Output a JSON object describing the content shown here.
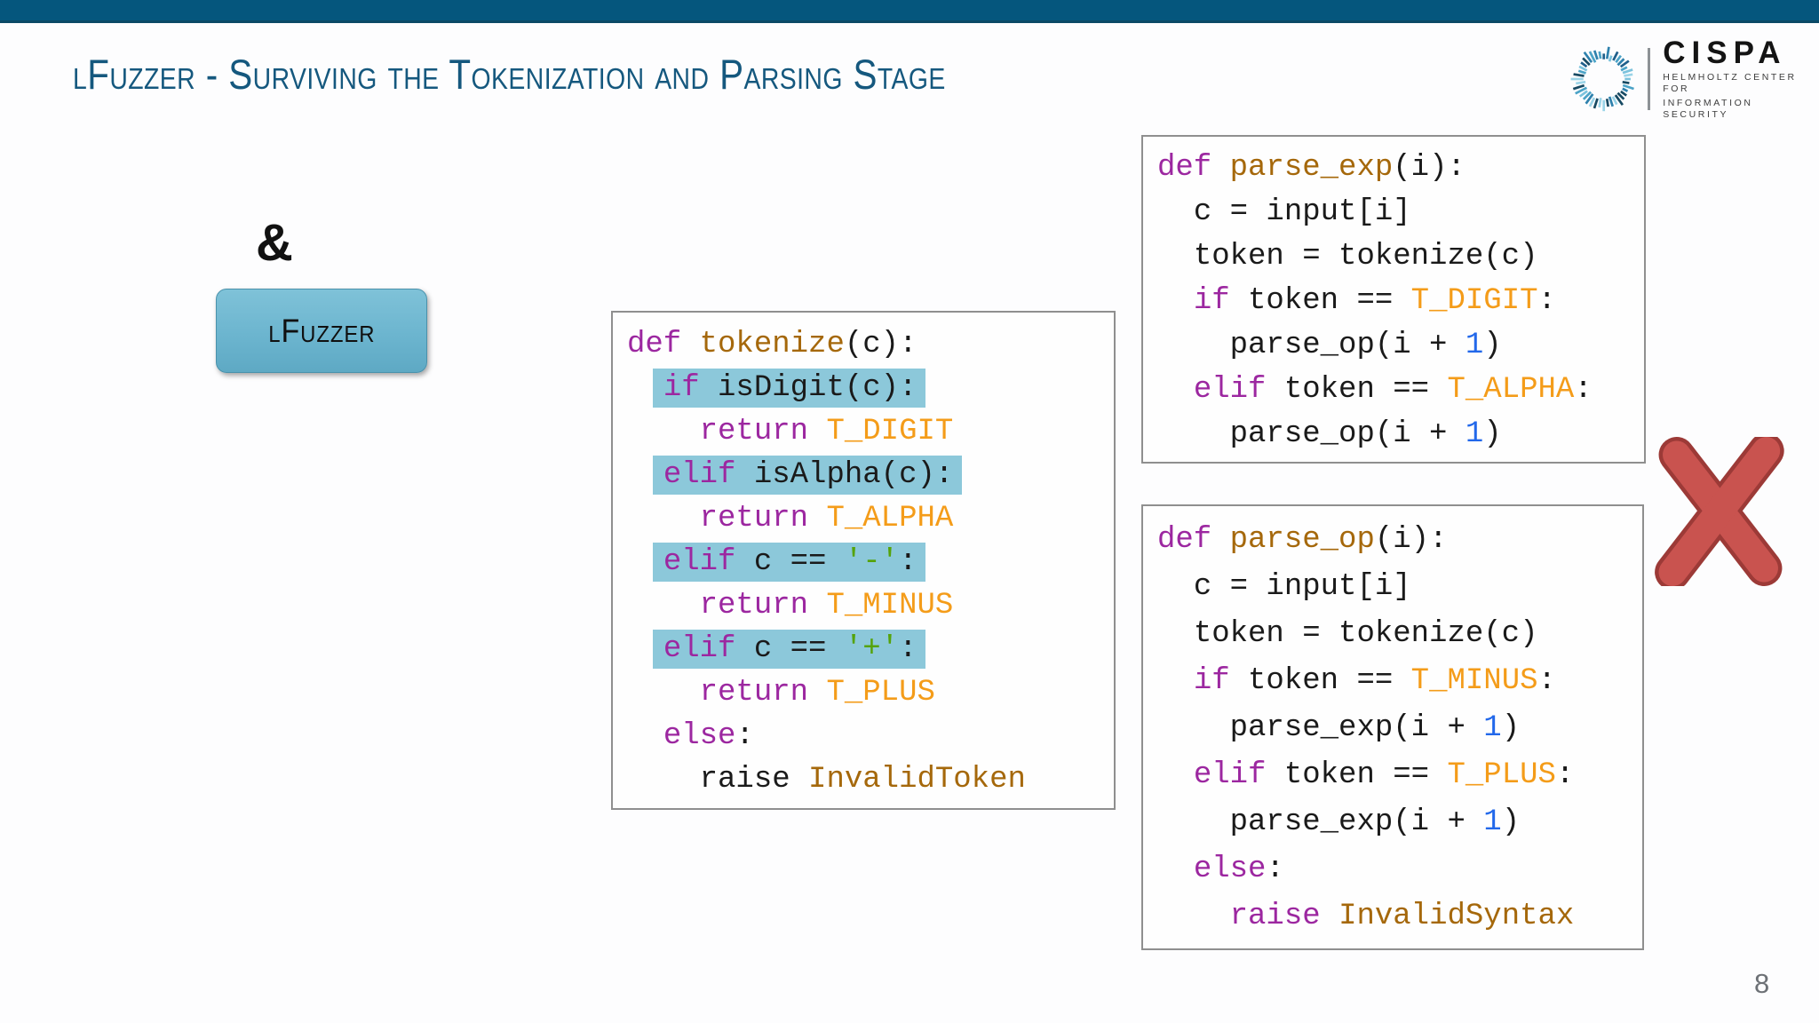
{
  "header": {
    "title": "lFuzzer - Surviving the Tokenization and Parsing Stage"
  },
  "logo": {
    "name": "CISPA",
    "subtitle_line1": "HELMHOLTZ CENTER FOR",
    "subtitle_line2": "INFORMATION SECURITY",
    "ring_palette": [
      "#1f5f8b",
      "#4ba3c7",
      "#7cc3dd",
      "#174a63",
      "#2e81ad",
      "#9bd4e8"
    ]
  },
  "left_panel": {
    "ampersand": "&",
    "fuzzer_button_label": "lFuzzer"
  },
  "page_number": "8",
  "colors": {
    "top_bar": "#05567d",
    "title": "#15587e",
    "keyword": "#9c27a0",
    "function_name": "#a5680b",
    "constant": "#f49c19",
    "number": "#2268ea",
    "string": "#55a30a",
    "highlight": "#8cc8da",
    "button_fill": "#6cb5cf",
    "button_border": "#4a92ac",
    "x_fill": "#c9534f",
    "x_outline": "#9c3a37",
    "page_number": "#6d7176"
  },
  "code_blocks": {
    "tokenize": {
      "lines": [
        {
          "indent": 0,
          "highlight": false,
          "segments": [
            {
              "t": "kw",
              "v": "def"
            },
            {
              "t": "pl",
              "v": " "
            },
            {
              "t": "fn",
              "v": "tokenize"
            },
            {
              "t": "pl",
              "v": "(c):"
            }
          ]
        },
        {
          "indent": 2,
          "highlight": true,
          "segments": [
            {
              "t": "kw",
              "v": "if"
            },
            {
              "t": "pl",
              "v": " isDigit(c):"
            }
          ]
        },
        {
          "indent": 4,
          "highlight": false,
          "segments": [
            {
              "t": "kw",
              "v": "return"
            },
            {
              "t": "pl",
              "v": " "
            },
            {
              "t": "const",
              "v": "T_DIGIT"
            }
          ]
        },
        {
          "indent": 2,
          "highlight": true,
          "segments": [
            {
              "t": "kw",
              "v": "elif"
            },
            {
              "t": "pl",
              "v": " isAlpha(c):"
            }
          ]
        },
        {
          "indent": 4,
          "highlight": false,
          "segments": [
            {
              "t": "kw",
              "v": "return"
            },
            {
              "t": "pl",
              "v": " "
            },
            {
              "t": "const",
              "v": "T_ALPHA"
            }
          ]
        },
        {
          "indent": 2,
          "highlight": true,
          "segments": [
            {
              "t": "kw",
              "v": "elif"
            },
            {
              "t": "pl",
              "v": " c == "
            },
            {
              "t": "str",
              "v": "'-'"
            },
            {
              "t": "pl",
              "v": ":"
            }
          ]
        },
        {
          "indent": 4,
          "highlight": false,
          "segments": [
            {
              "t": "kw",
              "v": "return"
            },
            {
              "t": "pl",
              "v": " "
            },
            {
              "t": "const",
              "v": "T_MINUS"
            }
          ]
        },
        {
          "indent": 2,
          "highlight": true,
          "segments": [
            {
              "t": "kw",
              "v": "elif"
            },
            {
              "t": "pl",
              "v": " c == "
            },
            {
              "t": "str",
              "v": "'+'"
            },
            {
              "t": "pl",
              "v": ":"
            }
          ]
        },
        {
          "indent": 4,
          "highlight": false,
          "segments": [
            {
              "t": "kw",
              "v": "return"
            },
            {
              "t": "pl",
              "v": " "
            },
            {
              "t": "const",
              "v": "T_PLUS"
            }
          ]
        },
        {
          "indent": 2,
          "highlight": false,
          "segments": [
            {
              "t": "kw",
              "v": "else"
            },
            {
              "t": "pl",
              "v": ":"
            }
          ]
        },
        {
          "indent": 4,
          "highlight": false,
          "segments": [
            {
              "t": "pl",
              "v": "raise "
            },
            {
              "t": "fn",
              "v": "InvalidToken"
            }
          ]
        }
      ]
    },
    "parse_exp": {
      "lines": [
        {
          "indent": 0,
          "highlight": false,
          "segments": [
            {
              "t": "kw",
              "v": "def"
            },
            {
              "t": "pl",
              "v": " "
            },
            {
              "t": "fn",
              "v": "parse_exp"
            },
            {
              "t": "pl",
              "v": "(i):"
            }
          ]
        },
        {
          "indent": 2,
          "highlight": false,
          "segments": [
            {
              "t": "pl",
              "v": "c = input[i]"
            }
          ]
        },
        {
          "indent": 2,
          "highlight": false,
          "segments": [
            {
              "t": "pl",
              "v": "token = tokenize(c)"
            }
          ]
        },
        {
          "indent": 2,
          "highlight": false,
          "segments": [
            {
              "t": "kw",
              "v": "if"
            },
            {
              "t": "pl",
              "v": " token == "
            },
            {
              "t": "const",
              "v": "T_DIGIT"
            },
            {
              "t": "pl",
              "v": ":"
            }
          ]
        },
        {
          "indent": 4,
          "highlight": false,
          "segments": [
            {
              "t": "pl",
              "v": "parse_op(i + "
            },
            {
              "t": "num",
              "v": "1"
            },
            {
              "t": "pl",
              "v": ")"
            }
          ]
        },
        {
          "indent": 2,
          "highlight": false,
          "segments": [
            {
              "t": "kw",
              "v": "elif"
            },
            {
              "t": "pl",
              "v": " token == "
            },
            {
              "t": "const",
              "v": "T_ALPHA"
            },
            {
              "t": "pl",
              "v": ":"
            }
          ]
        },
        {
          "indent": 4,
          "highlight": false,
          "segments": [
            {
              "t": "pl",
              "v": "parse_op(i + "
            },
            {
              "t": "num",
              "v": "1"
            },
            {
              "t": "pl",
              "v": ")"
            }
          ]
        }
      ]
    },
    "parse_op": {
      "lines": [
        {
          "indent": 0,
          "highlight": false,
          "segments": [
            {
              "t": "kw",
              "v": "def"
            },
            {
              "t": "pl",
              "v": " "
            },
            {
              "t": "fn",
              "v": "parse_op"
            },
            {
              "t": "pl",
              "v": "(i):"
            }
          ]
        },
        {
          "indent": 2,
          "highlight": false,
          "segments": [
            {
              "t": "pl",
              "v": "c = input[i]"
            }
          ]
        },
        {
          "indent": 2,
          "highlight": false,
          "segments": [
            {
              "t": "pl",
              "v": "token = tokenize(c)"
            }
          ]
        },
        {
          "indent": 2,
          "highlight": false,
          "segments": [
            {
              "t": "kw",
              "v": "if"
            },
            {
              "t": "pl",
              "v": " token == "
            },
            {
              "t": "const",
              "v": "T_MINUS"
            },
            {
              "t": "pl",
              "v": ":"
            }
          ]
        },
        {
          "indent": 4,
          "highlight": false,
          "segments": [
            {
              "t": "pl",
              "v": "parse_exp(i + "
            },
            {
              "t": "num",
              "v": "1"
            },
            {
              "t": "pl",
              "v": ")"
            }
          ]
        },
        {
          "indent": 2,
          "highlight": false,
          "segments": [
            {
              "t": "kw",
              "v": "elif"
            },
            {
              "t": "pl",
              "v": " token == "
            },
            {
              "t": "const",
              "v": "T_PLUS"
            },
            {
              "t": "pl",
              "v": ":"
            }
          ]
        },
        {
          "indent": 4,
          "highlight": false,
          "segments": [
            {
              "t": "pl",
              "v": "parse_exp(i + "
            },
            {
              "t": "num",
              "v": "1"
            },
            {
              "t": "pl",
              "v": ")"
            }
          ]
        },
        {
          "indent": 2,
          "highlight": false,
          "segments": [
            {
              "t": "kw",
              "v": "else"
            },
            {
              "t": "pl",
              "v": ":"
            }
          ]
        },
        {
          "indent": 4,
          "highlight": false,
          "segments": [
            {
              "t": "kw",
              "v": "raise"
            },
            {
              "t": "pl",
              "v": " "
            },
            {
              "t": "fn",
              "v": "InvalidSyntax"
            }
          ]
        }
      ]
    }
  }
}
